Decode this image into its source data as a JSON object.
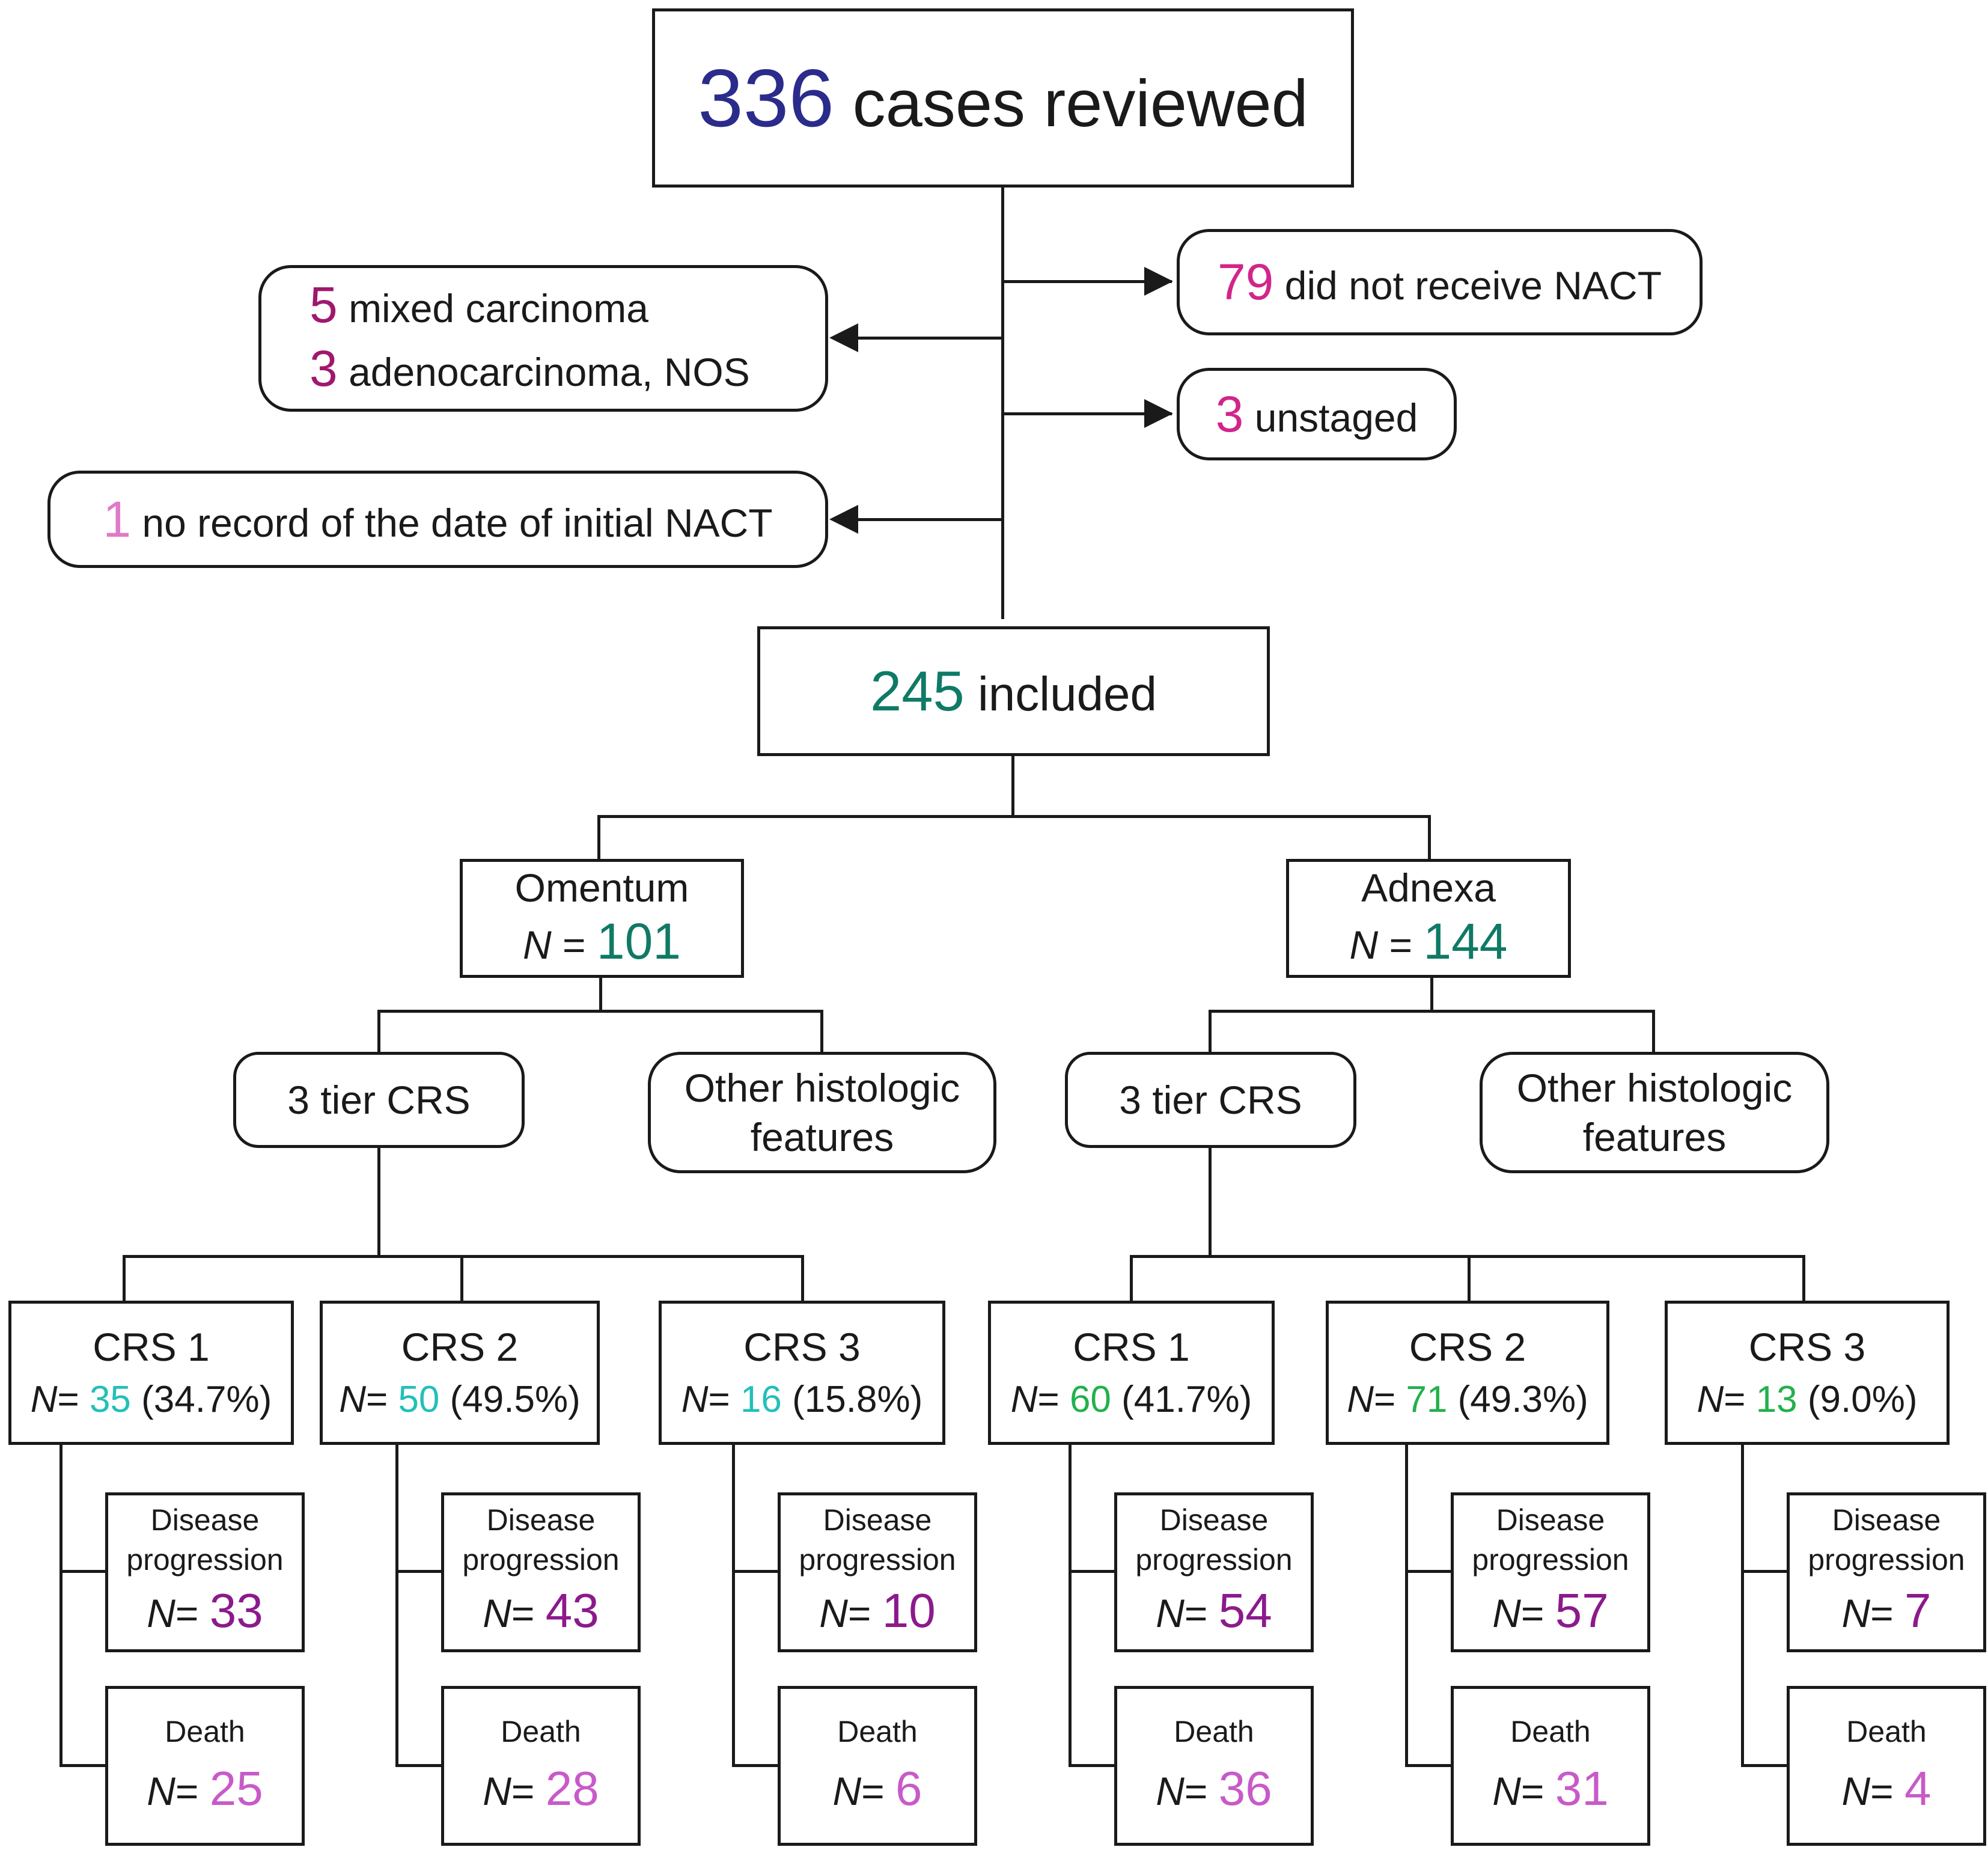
{
  "colors": {
    "navy": "#2b2b8c",
    "teal": "#0f7a66",
    "magenta": "#a0186e",
    "pink": "#d2258a",
    "light_pink": "#e07ac8",
    "cyan": "#22c0b8",
    "green": "#22b14c",
    "purple": "#8b1a8b",
    "orchid": "#c85ac8"
  },
  "top": {
    "number": "336",
    "label": "cases reviewed"
  },
  "exclusions": {
    "left_group": [
      {
        "number": "5",
        "label": "mixed carcinoma"
      },
      {
        "number": "3",
        "label": "adenocarcinoma, NOS"
      }
    ],
    "left_single": {
      "number": "1",
      "label": "no record of the date of initial NACT"
    },
    "right_1": {
      "number": "79",
      "label": "did not receive NACT"
    },
    "right_2": {
      "number": "3",
      "label": "unstaged"
    }
  },
  "included": {
    "number": "245",
    "label": "included"
  },
  "n_label": "N",
  "n_eq": " = ",
  "n_eq_short": "= ",
  "sites": [
    {
      "name": "Omentum",
      "n": "101",
      "crs_label": "3 tier CRS",
      "other_label_1": "Other histologic",
      "other_label_2": "features",
      "groups": [
        {
          "name": "CRS 1",
          "n": "35",
          "pct": "(34.7%)",
          "prog_label_1": "Disease",
          "prog_label_2": "progression",
          "prog_n": "33",
          "death_label": "Death",
          "death_n": "25"
        },
        {
          "name": "CRS 2",
          "n": "50",
          "pct": "(49.5%)",
          "prog_label_1": "Disease",
          "prog_label_2": "progression",
          "prog_n": "43",
          "death_label": "Death",
          "death_n": "28"
        },
        {
          "name": "CRS 3",
          "n": "16",
          "pct": "(15.8%)",
          "prog_label_1": "Disease",
          "prog_label_2": "progression",
          "prog_n": "10",
          "death_label": "Death",
          "death_n": "6"
        }
      ]
    },
    {
      "name": "Adnexa",
      "n": "144",
      "crs_label": "3 tier CRS",
      "other_label_1": "Other histologic",
      "other_label_2": "features",
      "groups": [
        {
          "name": "CRS 1",
          "n": "60",
          "pct": "(41.7%)",
          "prog_label_1": "Disease",
          "prog_label_2": "progression",
          "prog_n": "54",
          "death_label": "Death",
          "death_n": "36"
        },
        {
          "name": "CRS 2",
          "n": "71",
          "pct": "(49.3%)",
          "prog_label_1": "Disease",
          "prog_label_2": "progression",
          "prog_n": "57",
          "death_label": "Death",
          "death_n": "31"
        },
        {
          "name": "CRS 3",
          "n": "13",
          "pct": "(9.0%)",
          "prog_label_1": "Disease",
          "prog_label_2": "progression",
          "prog_n": "7",
          "death_label": "Death",
          "death_n": "4"
        }
      ]
    }
  ]
}
